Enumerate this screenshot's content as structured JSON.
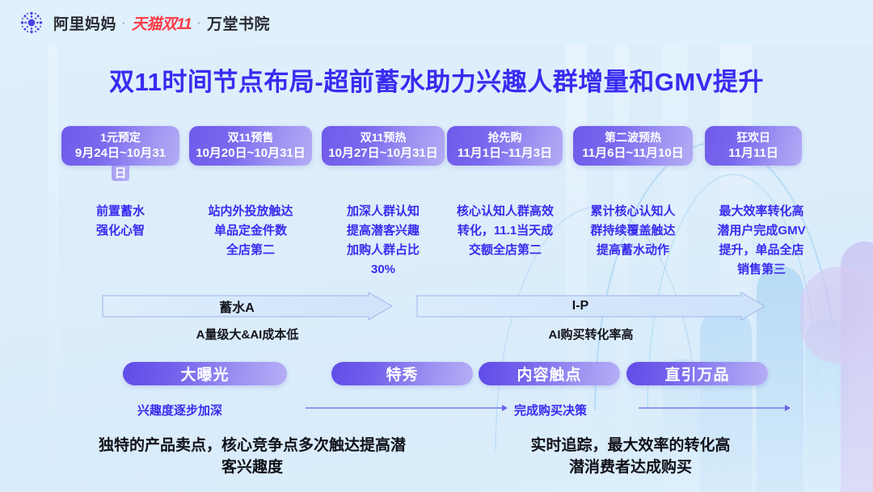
{
  "header": {
    "logo_icon": "alimama-burst-icon",
    "brand": "阿里妈妈",
    "sep1": "·",
    "tmall": "天猫双11",
    "sep2": "·",
    "academy": "万堂书院"
  },
  "title": "双11时间节点布局-超前蓄水助力兴趣人群增量和GMV提升",
  "phases": [
    {
      "name": "1元预定",
      "range_line1": "9月24日~10月31",
      "range_line2": "日",
      "desc": "前置蓄水\n强化心智"
    },
    {
      "name": "双11预售",
      "range_line1": "10月20日~10月31日",
      "range_line2": "",
      "desc": "站内外投放触达\n单品定金件数\n全店第二"
    },
    {
      "name": "双11预热",
      "range_line1": "10月27日~10月31日",
      "range_line2": "",
      "desc": "加深人群认知\n提高潜客兴趣\n加购人群占比\n30%"
    },
    {
      "name": "抢先购",
      "range_line1": "11月1日~11月3日",
      "range_line2": "",
      "desc": "核心认知人群高效\n转化，11.1当天成\n交额全店第二"
    },
    {
      "name": "第二波预热",
      "range_line1": "11月6日~11月10日",
      "range_line2": "",
      "desc": "累计核心认知人\n群持续覆盖触达\n提高蓄水动作"
    },
    {
      "name": "狂欢日",
      "range_line1": "11月11日",
      "range_line2": "",
      "desc": "最大效率转化高\n潜用户完成GMV\n提升，单品全店\n销售第三"
    }
  ],
  "stage_arrows": [
    {
      "label": "蓄水A",
      "caption": "A量级大&AI成本低"
    },
    {
      "label": "I-P",
      "caption": "AI购买转化率高"
    }
  ],
  "products": [
    {
      "label": "大曝光"
    },
    {
      "label": "特秀"
    },
    {
      "label": "内容触点"
    },
    {
      "label": "直引万品"
    }
  ],
  "flow": {
    "left_label": "兴趣度逐步加深",
    "right_label": "完成购买决策",
    "arrow_icon": "right-arrow-icon"
  },
  "bottom": {
    "left": "独特的产品卖点，核心竞争点多次触达提高潜\n客兴趣度",
    "right": "实时追踪，最大效率的转化高\n潜消费者达成购买"
  },
  "colors": {
    "background": "#dff0fb",
    "title": "#3a2bf0",
    "card_gradient_start": "#6f5bea",
    "card_gradient_end": "#b4abf5",
    "accent_red": "#ff3a46",
    "text_dark": "#14141c"
  }
}
